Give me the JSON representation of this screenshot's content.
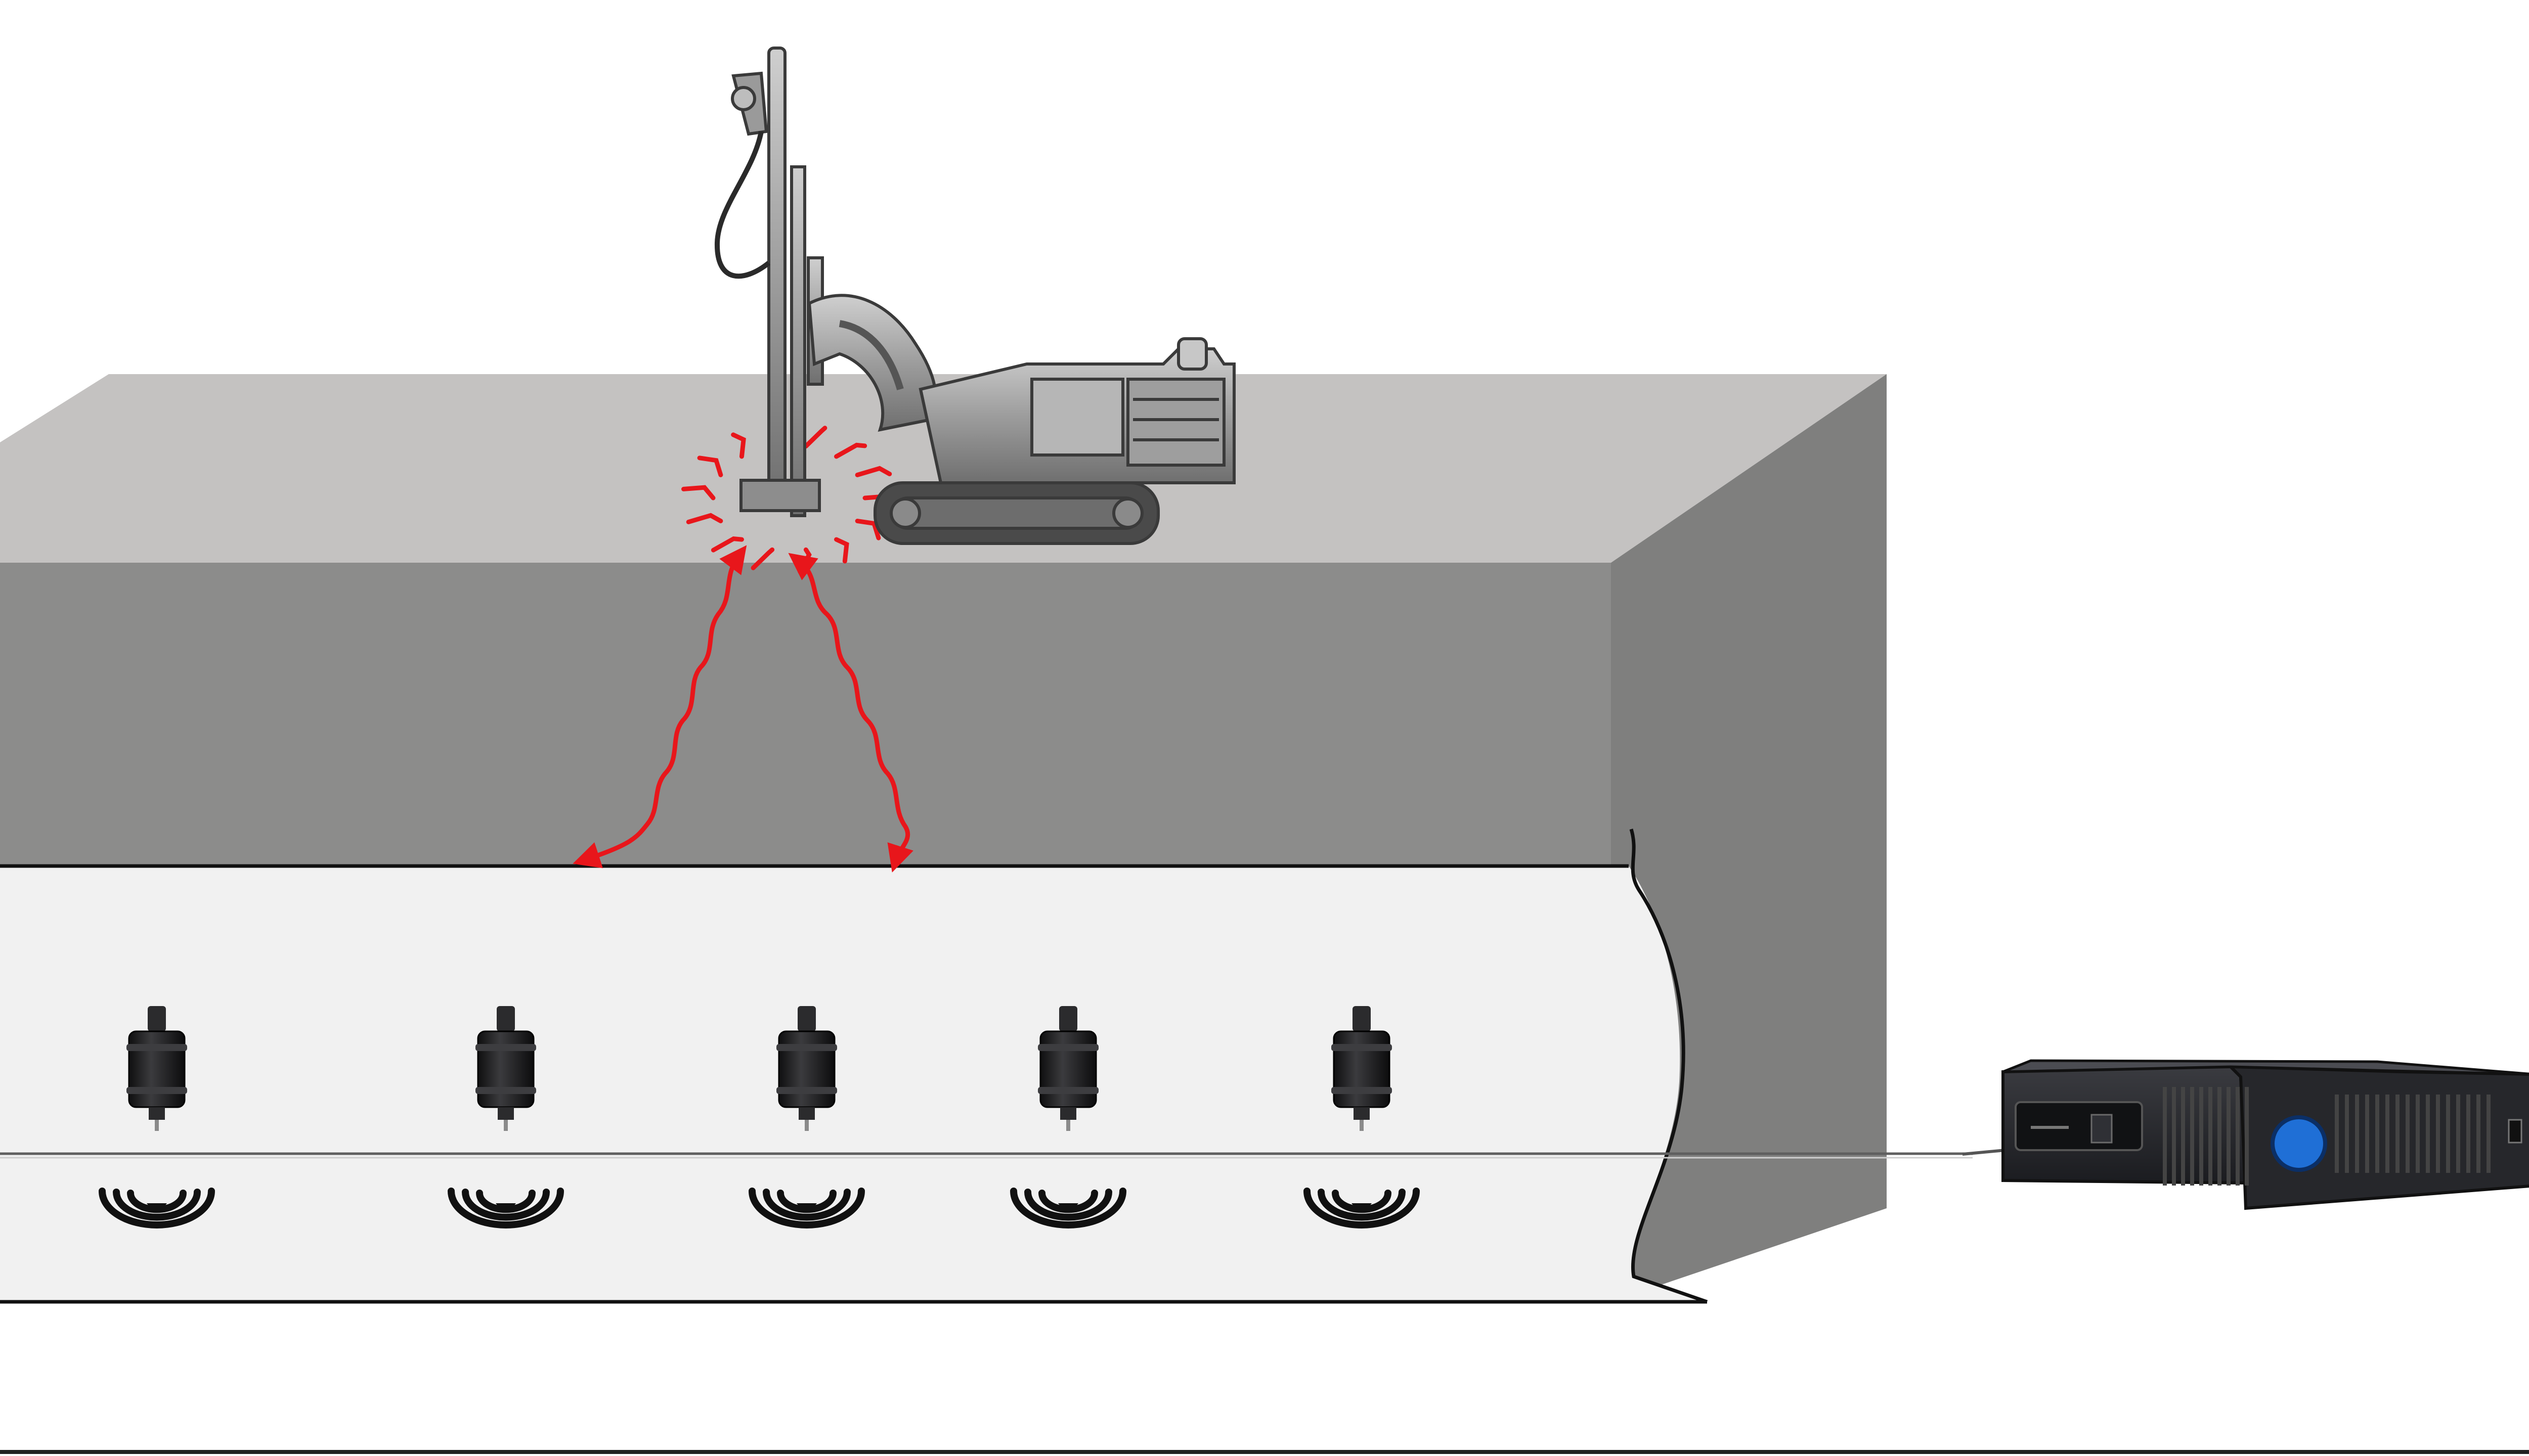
{
  "diagram": {
    "kind": "seismic-monitoring-illustration",
    "labels": [],
    "colors": {
      "background": "#ffffff",
      "ground_top": "#c4c2c1",
      "ground_front": "#8c8c8b",
      "ground_side": "#7f7f7e",
      "tunnel_interior": "#f1f1f1",
      "outline": "#111111",
      "vibration_red": "#e8161b",
      "sensor_body": "#1e1e20",
      "machine_body": "#a9a9a9",
      "recorder_body": "#2a2b2f",
      "recorder_accent": "#1f6fd6"
    },
    "components": {
      "drilling_rig": {
        "icon": "drilling-rig-icon",
        "count": 1
      },
      "vibration_waves": {
        "icon": "wavy-arrow-icon",
        "count": 2
      },
      "geophone_sensors": {
        "icon": "geophone-sensor-icon",
        "count": 5
      },
      "signal_emitters": {
        "icon": "wifi-wave-icon",
        "count": 5
      },
      "data_recorder": {
        "icon": "data-logger-icon",
        "count": 1
      }
    }
  }
}
